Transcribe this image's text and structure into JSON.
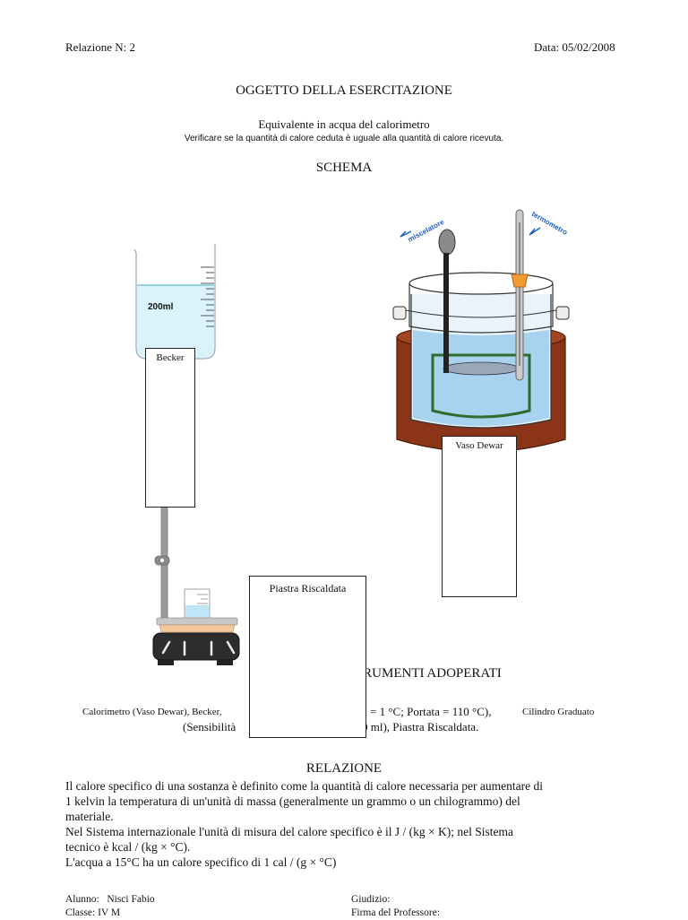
{
  "header": {
    "report_number": "Relazione N: 2",
    "date": "Data: 05/02/2008"
  },
  "objective": {
    "heading": "OGGETTO DELLA ESERCITAZIONE",
    "subtitle": "Equivalente in acqua del calorimetro",
    "description": "Verificare se la quantità di calore ceduta è uguale alla quantità di calore ricevuta."
  },
  "schema": {
    "heading": "SCHEMA",
    "beaker_scale_label": "200ml",
    "stirrer_label": "miscelatore",
    "thermometer_label": "termometro",
    "labels": {
      "becker": "Becker",
      "dewar": "Vaso Dewar",
      "plate": "Piastra Riscaldata"
    }
  },
  "instruments": {
    "heading_visible": "TRUMENTI ADOPERATI",
    "line1_left": "Calorimetro (Vaso Dewar), Becker,",
    "line1_right": "à = 1 °C; Portata = 110 °C),",
    "line1_end": "Cilindro Graduato",
    "line2_left": "(Sensibilità",
    "line2_right": "0 ml), Piastra Riscaldata."
  },
  "report": {
    "heading": "RELAZIONE",
    "lines": [
      "Il calore specifico di una sostanza è definito come la quantità di calore necessaria per aumentare di",
      "1 kelvin la temperatura di un'unità di massa (generalmente un grammo o un chilogrammo) del",
      "materiale.",
      "Nel Sistema internazionale l'unità di misura del calore specifico è il J / (kg × K); nel Sistema",
      "tecnico è kcal / (kg × °C).",
      "L'acqua a 15°C ha un calore specifico di 1 cal / (g × °C)"
    ]
  },
  "footer": {
    "student": "Alunno:   Nisci Fabio",
    "class": "Classe: IV M",
    "grade": "Giudizio:",
    "signature": "Firma del Professore:"
  }
}
